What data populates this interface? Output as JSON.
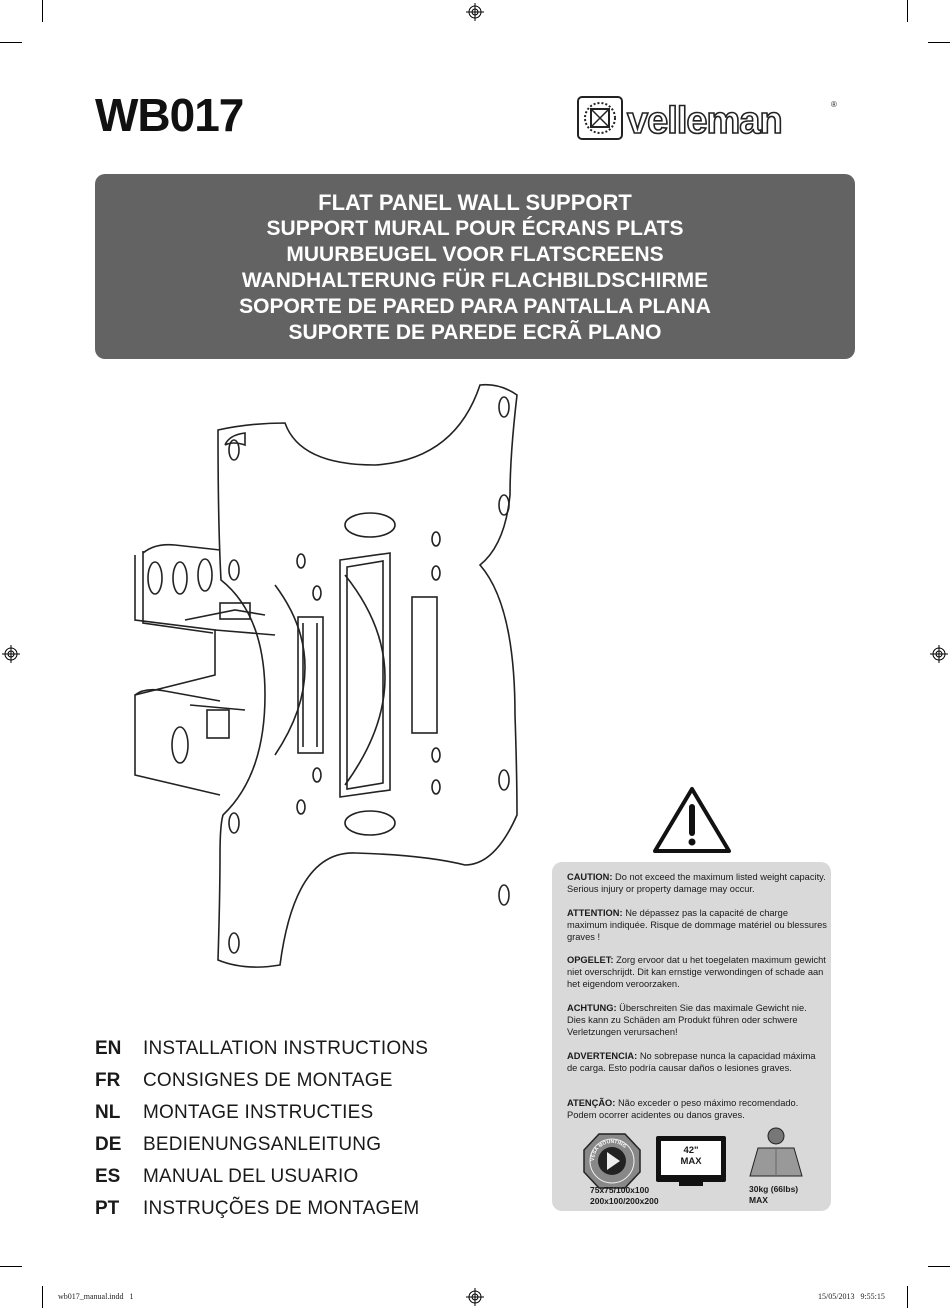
{
  "model": "WB017",
  "brand": "velleman",
  "titles": [
    "FLAT PANEL WALL SUPPORT",
    "SUPPORT MURAL POUR ÉCRANS PLATS",
    "MUURBEUGEL VOOR FLATSCREENS",
    "WANDHALTERUNG FÜR FLACHBILDSCHIRME",
    "SOPORTE DE PARED PARA PANTALLA PLANA",
    "SUPORTE DE PAREDE ECRÃ PLANO"
  ],
  "languages": [
    {
      "code": "EN",
      "text": "INSTALLATION INSTRUCTIONS"
    },
    {
      "code": "FR",
      "text": "CONSIGNES DE MONTAGE"
    },
    {
      "code": "NL",
      "text": "MONTAGE INSTRUCTIES"
    },
    {
      "code": "DE",
      "text": "BEDIENUNGSANLEITUNG"
    },
    {
      "code": "ES",
      "text": "MANUAL DEL USUARIO"
    },
    {
      "code": "PT",
      "text": "INSTRUÇÕES DE MONTAGEM"
    }
  ],
  "warnings": [
    {
      "label": "CAUTION:",
      "text": " Do not exceed the maximum listed weight capacity. Serious injury or property damage may occur."
    },
    {
      "label": "ATTENTION:",
      "text": " Ne dépassez pas la capacité de charge maximum indiquée. Risque de dommage matériel ou blessures graves !"
    },
    {
      "label": "OPGELET:",
      "text": " Zorg ervoor dat u het toegelaten maximum gewicht niet overschrijdt. Dit kan ernstige verwondingen of schade aan het eigendom veroorzaken."
    },
    {
      "label": "ACHTUNG:",
      "text": " Überschreiten Sie das maximale Gewicht nie. Dies kann zu Schäden am Produkt führen oder schwere Verletzungen verursachen!"
    },
    {
      "label": "ADVERTENCIA:",
      "text": " No sobrepase nunca la capacidad máxima de carga. Esto podría causar daños o lesiones graves."
    },
    {
      "label": "ATENÇÃO:",
      "text": " Não exceder o peso máximo recomendado. Podem ocorrer acidentes ou danos graves."
    }
  ],
  "specs": {
    "vesa_line1": "75x75/100x100",
    "vesa_line2": "200x100/200x200",
    "vesa_badge": "VESA MOUNTING",
    "screen_size": "42\"",
    "screen_max": "MAX",
    "weight": "30kg (66lbs)",
    "weight_max": "MAX"
  },
  "footer": {
    "file": "wb017_manual.indd   1",
    "timestamp": "15/05/2013   9:55:15"
  },
  "colors": {
    "title_band": "#636363",
    "warning_box": "#d9d9d9"
  }
}
